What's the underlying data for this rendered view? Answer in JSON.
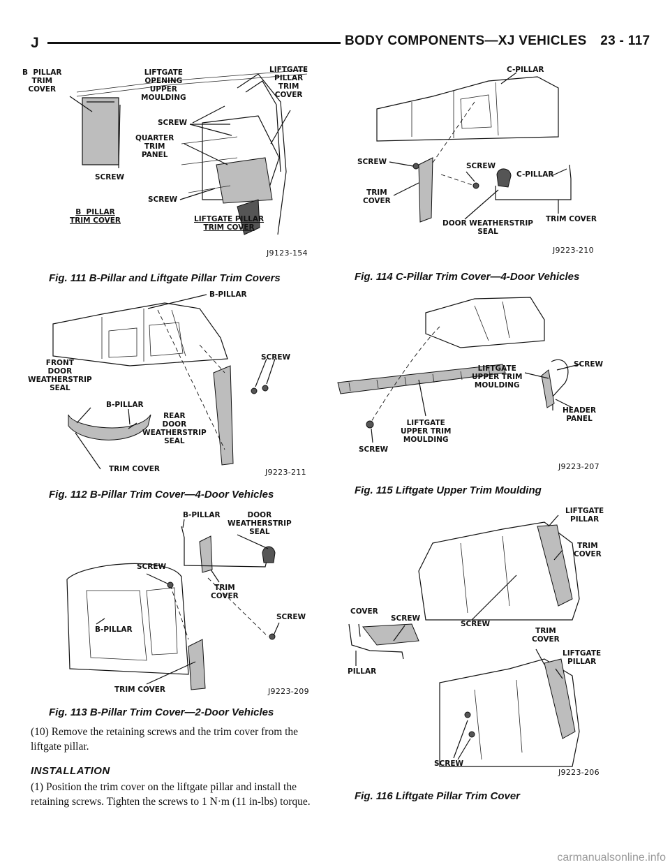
{
  "header": {
    "section_letter": "J",
    "title": "BODY COMPONENTS—XJ VEHICLES",
    "page_number": "23 - 117"
  },
  "figures": [
    {
      "caption": "Fig. 111 B-Pillar and Liftgate Pillar Trim Covers",
      "code": "J9123-154",
      "labels": [
        "B  PILLAR\nTRIM\nCOVER",
        "LIFTGATE\nOPENING\nUPPER\nMOULDING",
        "LIFTGATE\nPILLAR\nTRIM\nCOVER",
        "SCREW",
        "QUARTER\nTRIM\nPANEL",
        "SCREW",
        "SCREW",
        "B  PILLAR\nTRIM COVER",
        "LIFTGATE PILLAR\nTRIM COVER"
      ]
    },
    {
      "caption": "Fig. 112 B-Pillar Trim Cover—4-Door Vehicles",
      "code": "J9223-211",
      "labels": [
        "B-PILLAR",
        "SCREW",
        "FRONT\nDOOR\nWEATHERSTRIP\nSEAL",
        "B-PILLAR",
        "REAR\nDOOR\nWEATHERSTRIP\nSEAL",
        "TRIM COVER"
      ]
    },
    {
      "caption": "Fig. 113 B-Pillar Trim Cover—2-Door Vehicles",
      "code": "J9223-209",
      "labels": [
        "B-PILLAR",
        "DOOR\nWEATHERSTRIP\nSEAL",
        "SCREW",
        "TRIM\nCOVER",
        "B-PILLAR",
        "SCREW",
        "TRIM COVER"
      ]
    },
    {
      "caption": "Fig. 114 C-Pillar Trim Cover—4-Door Vehicles",
      "code": "J9223-210",
      "labels": [
        "C-PILLAR",
        "SCREW",
        "SCREW",
        "C-PILLAR",
        "TRIM\nCOVER",
        "DOOR WEATHERSTRIP\nSEAL",
        "TRIM COVER"
      ]
    },
    {
      "caption": "Fig. 115 Liftgate Upper Trim Moulding",
      "code": "J9223-207",
      "labels": [
        "LIFTGATE\nUPPER TRIM\nMOULDING",
        "SCREW",
        "HEADER\nPANEL",
        "SCREW",
        "LIFTGATE\nUPPER TRIM\nMOULDING"
      ]
    },
    {
      "caption": "Fig. 116 Liftgate Pillar Trim Cover",
      "code": "J9223-206",
      "labels": [
        "LIFTGATE\nPILLAR",
        "TRIM\nCOVER",
        "COVER",
        "SCREW",
        "SCREW",
        "TRIM\nCOVER",
        "LIFTGATE\nPILLAR",
        "PILLAR",
        "SCREW"
      ]
    }
  ],
  "body": {
    "step10": "(10) Remove the retaining screws and the trim cover from the liftgate pillar.",
    "install_heading": "INSTALLATION",
    "step1": "(1) Position the trim cover on the liftgate pillar and install the retaining screws. Tighten the screws to 1 N·m (11 in-lbs) torque."
  },
  "watermark": "carmanualsonline.info"
}
